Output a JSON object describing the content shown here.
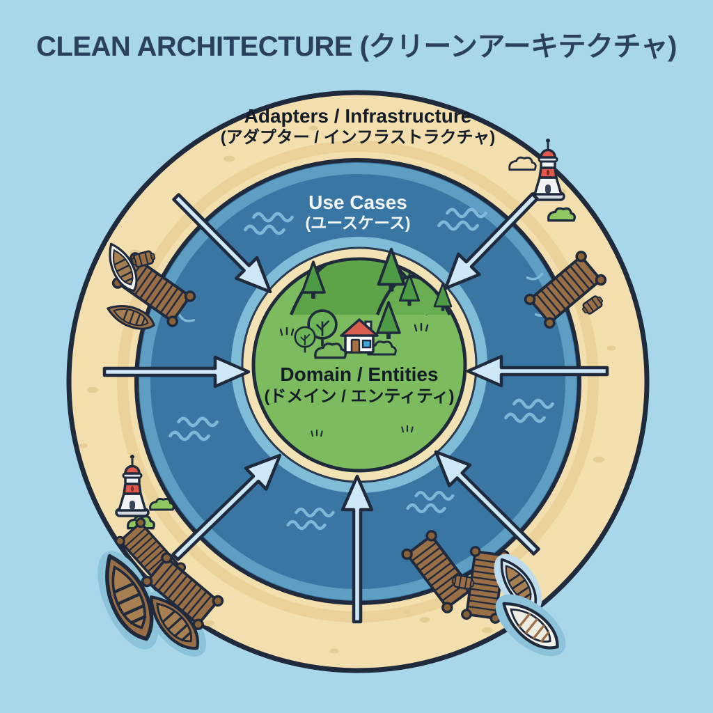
{
  "title": "CLEAN ARCHITECTURE (クリーンアーキテクチャ)",
  "rings": {
    "adapters": {
      "label": "Adapters / Infrastructure",
      "label_ja": "(アダプター / インフラストラクチャ)"
    },
    "use_cases": {
      "label": "Use Cases",
      "label_ja": "(ユースケース)"
    },
    "domain": {
      "label": "Domain / Entities",
      "label_ja": "(ドメイン / エンティティ)"
    }
  },
  "arrows": {
    "count": 7,
    "direction": "inward"
  },
  "colors": {
    "background": "#a9d7ea",
    "title_text": "#2b3f5e",
    "outline": "#1f2a3d",
    "sand_ring": "#f3dfae",
    "water_ring": "#3a76a4",
    "water_shallow": "#7fbcd8",
    "island_green": "#7cbb5e",
    "island_beach": "#f3e2b3",
    "arrow_fill": "#cfe8f7",
    "label_dark": "#141c28",
    "label_light": "#f2f8fc",
    "lighthouse_red": "#e1574b",
    "wood_brown": "#9a6f45"
  },
  "decorations": [
    "lighthouse-icon",
    "dock-icon",
    "boat-icon",
    "canoe-icon",
    "crate-icon",
    "wave-icon",
    "ripple-icon",
    "pine-tree-icon",
    "round-tree-icon",
    "bush-icon",
    "house-icon",
    "grass-tuft-icon",
    "hill-icon",
    "sand-speckle"
  ]
}
